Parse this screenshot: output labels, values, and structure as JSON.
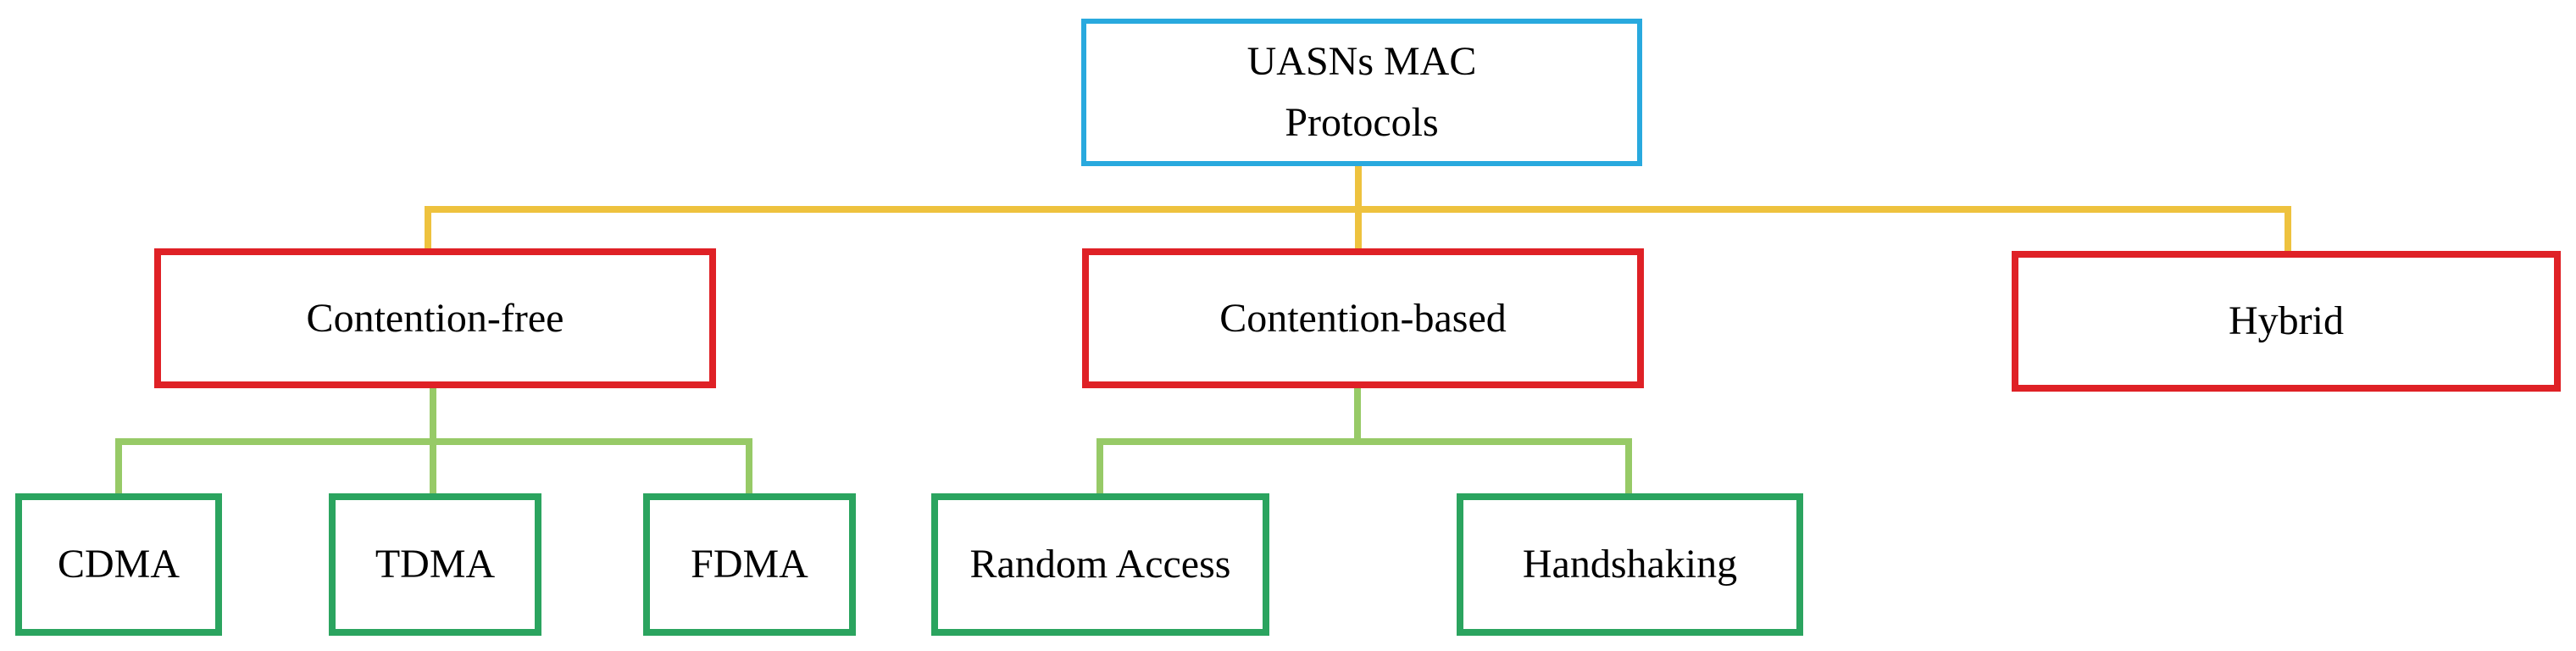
{
  "tree": {
    "root": {
      "label": "UASNs MAC\nProtocols"
    },
    "branches": [
      {
        "label": "Contention-free",
        "children": [
          {
            "label": "CDMA"
          },
          {
            "label": "TDMA"
          },
          {
            "label": "FDMA"
          }
        ]
      },
      {
        "label": "Contention-based",
        "children": [
          {
            "label": "Random Access"
          },
          {
            "label": "Handshaking"
          }
        ]
      },
      {
        "label": "Hybrid",
        "children": []
      }
    ]
  },
  "colors": {
    "root_border": "#29A9DE",
    "branch_border": "#DF2126",
    "leaf_border": "#2BA45F",
    "parent_connector": "#EEC23E",
    "child_connector": "#97CA67",
    "text": "#000000",
    "background": "#FFFFFF"
  }
}
